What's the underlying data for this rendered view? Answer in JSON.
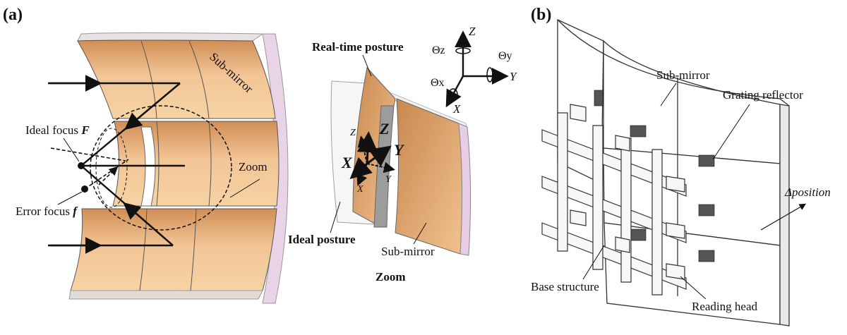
{
  "panel_a": {
    "label": "(a)",
    "sub_mirror": "Sub-mirror",
    "zoom": "Zoom",
    "ideal_focus": "Ideal focus ",
    "ideal_focus_symbol": "F",
    "error_focus": "Error focus ",
    "error_focus_symbol": "f",
    "real_time_posture": "Real-time posture",
    "ideal_posture": "Ideal posture",
    "sub_mirror_zoom": "Sub-mirror",
    "zoom_caption": "Zoom",
    "axes": {
      "z": "Z",
      "y": "Y",
      "x": "X",
      "theta_z": "Θz",
      "theta_y": "Θy",
      "theta_x": "Θx"
    },
    "small_axes": {
      "z_big": "Z",
      "y_big": "Y",
      "x_big": "X",
      "z_small": "Z",
      "y_small": "Y",
      "x_small": "X"
    }
  },
  "panel_b": {
    "label": "(b)",
    "sub_mirror": "Sub-mirror",
    "grating_reflector": "Grating reflector",
    "delta_position": "Δposition",
    "base_structure": "Base structure",
    "reading_head": "Reading head"
  },
  "colors": {
    "mirror_orange": "#d9995a",
    "mirror_light": "#f3c79a",
    "mirror_edge": "#e8d5e8",
    "frame_line": "#444444"
  }
}
